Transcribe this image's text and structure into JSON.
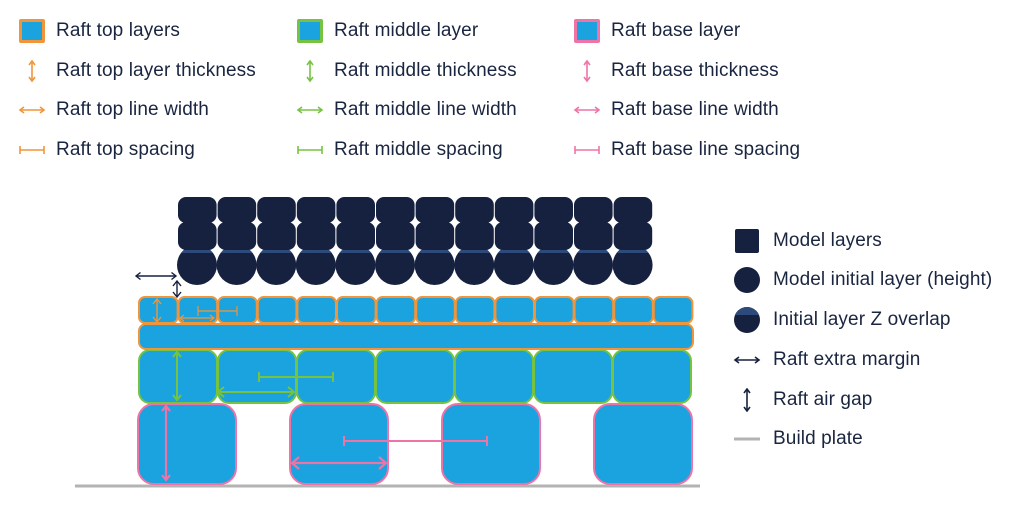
{
  "colors": {
    "navy": "#16213f",
    "blue": "#1aa3de",
    "orange": "#f0953a",
    "green": "#76c342",
    "pink": "#ee74a7",
    "plate": "#b3b3b3"
  },
  "top_legend": {
    "col1": [
      {
        "icon": "orange-square-icon",
        "label": "Raft top layers"
      },
      {
        "icon": "orange-vertical-arrow-icon",
        "label": "Raft top layer thickness"
      },
      {
        "icon": "orange-horizontal-arrow-icon",
        "label": "Raft top line width"
      },
      {
        "icon": "orange-spacing-bracket-icon",
        "label": "Raft top spacing"
      }
    ],
    "col2": [
      {
        "icon": "green-square-icon",
        "label": "Raft middle layer"
      },
      {
        "icon": "green-vertical-arrow-icon",
        "label": "Raft middle thickness"
      },
      {
        "icon": "green-horizontal-arrow-icon",
        "label": "Raft middle line width"
      },
      {
        "icon": "green-spacing-bracket-icon",
        "label": "Raft middle spacing"
      }
    ],
    "col3": [
      {
        "icon": "pink-square-icon",
        "label": "Raft base layer"
      },
      {
        "icon": "pink-vertical-arrow-icon",
        "label": "Raft base thickness"
      },
      {
        "icon": "pink-horizontal-arrow-icon",
        "label": "Raft base line width"
      },
      {
        "icon": "pink-spacing-bracket-icon",
        "label": "Raft base line spacing"
      }
    ]
  },
  "right_legend": [
    {
      "icon": "navy-square-icon",
      "label": "Model layers"
    },
    {
      "icon": "navy-circle-icon",
      "label": "Model initial layer (height)"
    },
    {
      "icon": "z-overlap-circle-icon",
      "label": "Initial layer Z overlap"
    },
    {
      "icon": "navy-horizontal-arrow-icon",
      "label": "Raft extra margin"
    },
    {
      "icon": "navy-vertical-arrow-icon",
      "label": "Raft air gap"
    },
    {
      "icon": "gray-line-icon",
      "label": "Build plate"
    }
  ]
}
